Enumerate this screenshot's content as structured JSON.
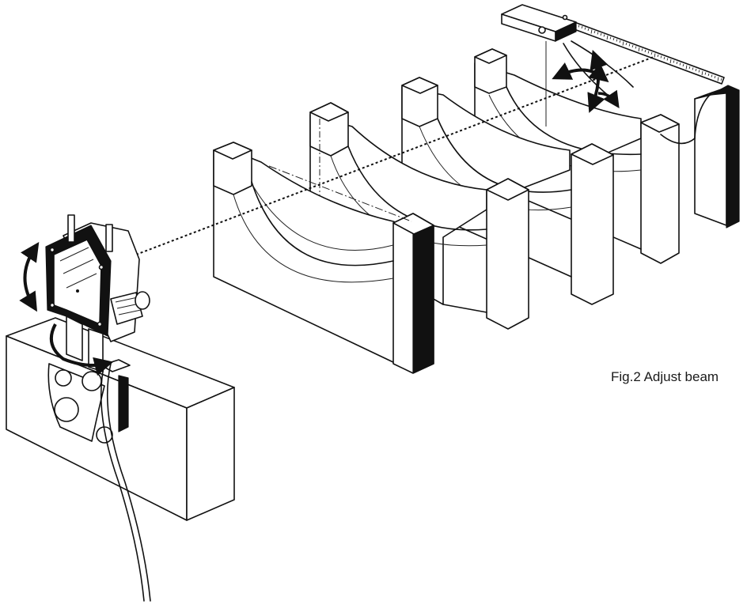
{
  "figure": {
    "caption": "Fig.2 Adjust beam",
    "ink_color": "#111111",
    "background_color": "#ffffff"
  },
  "parts": {
    "laser_emitter": "laser-emitter",
    "target_receiver": "target-receiver",
    "measuring_scale": "measuring-scale",
    "laser_beam": "laser-beam",
    "bearing_supports": [
      "bearing-support-1",
      "bearing-support-2",
      "bearing-support-3",
      "bearing-support-4",
      "bearing-support-5"
    ],
    "mounting_block": "mounting-block",
    "cable": "cable"
  }
}
